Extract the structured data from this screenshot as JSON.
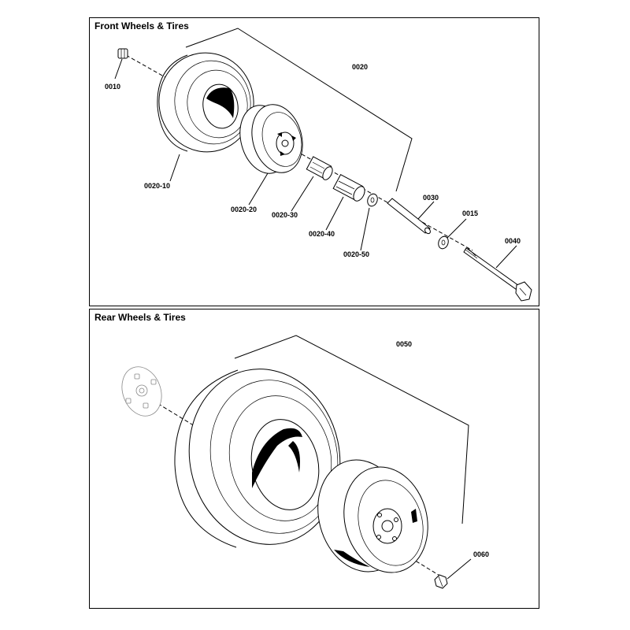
{
  "front": {
    "title": "Front Wheels & Tires",
    "labels": {
      "p0010": "0010",
      "p0020": "0020",
      "p0020_10": "0020-10",
      "p0020_20": "0020-20",
      "p0020_30": "0020-30",
      "p0020_40": "0020-40",
      "p0020_50": "0020-50",
      "p0030": "0030",
      "p0015": "0015",
      "p0040": "0040"
    }
  },
  "rear": {
    "title": "Rear Wheels & Tires",
    "labels": {
      "p0050": "0050",
      "p0060": "0060"
    }
  },
  "colors": {
    "line": "#000000",
    "background": "#ffffff",
    "ghost": "#888888"
  }
}
